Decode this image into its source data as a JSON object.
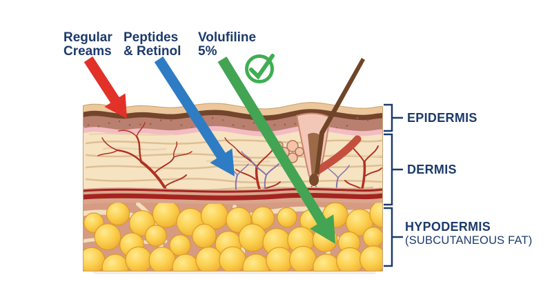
{
  "diagram": {
    "kind": "skin-layer-penetration-infographic",
    "treatments": [
      {
        "line1": "Regular",
        "line2": "Creams",
        "arrow_color": "#e23128",
        "penetrates_to": "EPIDERMIS"
      },
      {
        "line1": "Peptides",
        "line2": "& Retinol",
        "arrow_color": "#2e7cc3",
        "penetrates_to": "DERMIS"
      },
      {
        "line1": "Volufiline",
        "line2": "5%",
        "arrow_color": "#43a454",
        "penetrates_to": "HYPODERMIS",
        "badge": "check-circle"
      }
    ],
    "layers": [
      {
        "label": "EPIDERMIS"
      },
      {
        "label": "DERMIS"
      },
      {
        "label": "HYPODERMIS",
        "sublabel": "(SUBCUTANEOUS FAT)"
      }
    ],
    "colors": {
      "label_navy": "#1c3a6b",
      "arrow_red": "#e23128",
      "arrow_blue": "#2e7cc3",
      "arrow_green": "#43a454",
      "check_green": "#3fae52",
      "epidermis_brown": "#b97f6f",
      "dermis_cream": "#f6e3c2",
      "vessel_red": "#b13123",
      "fat_yellow": "#f9c63e",
      "hypodermis_rose": "#d69b82"
    }
  }
}
